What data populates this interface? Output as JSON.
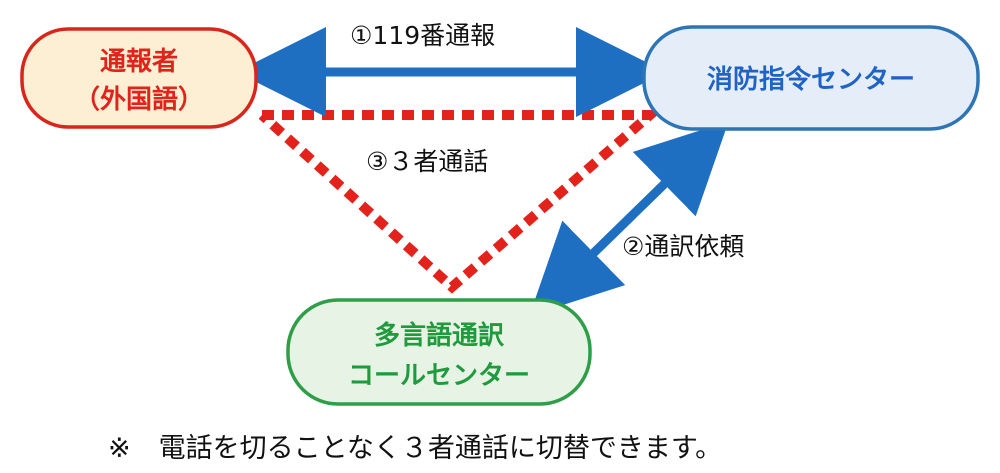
{
  "nodes": {
    "caller": {
      "line1": "通報者",
      "line2": "（外国語）"
    },
    "fire_center": {
      "label": "消防指令センター"
    },
    "interpreter": {
      "line1": "多言語通訳",
      "line2": "コールセンター"
    }
  },
  "edges": {
    "call_119": {
      "label": "①119番通報"
    },
    "interpretation_request": {
      "label": "②通訳依頼"
    },
    "three_way_call": {
      "label": "③３者通話"
    }
  },
  "note": {
    "mark": "※",
    "text": "電話を切ることなく３者通話に切替できます。"
  },
  "colors": {
    "caller_fill": "#FDEFD3",
    "caller_stroke": "#D9261C",
    "caller_text": "#E0241B",
    "fire_fill": "#E4EDF8",
    "fire_stroke": "#2E75B6",
    "fire_text": "#1F63C4",
    "interp_fill": "#E7F3E5",
    "interp_stroke": "#2E9E48",
    "interp_text": "#1F9A3C",
    "arrow": "#1E6FC2",
    "dotted": "#E3221C"
  }
}
